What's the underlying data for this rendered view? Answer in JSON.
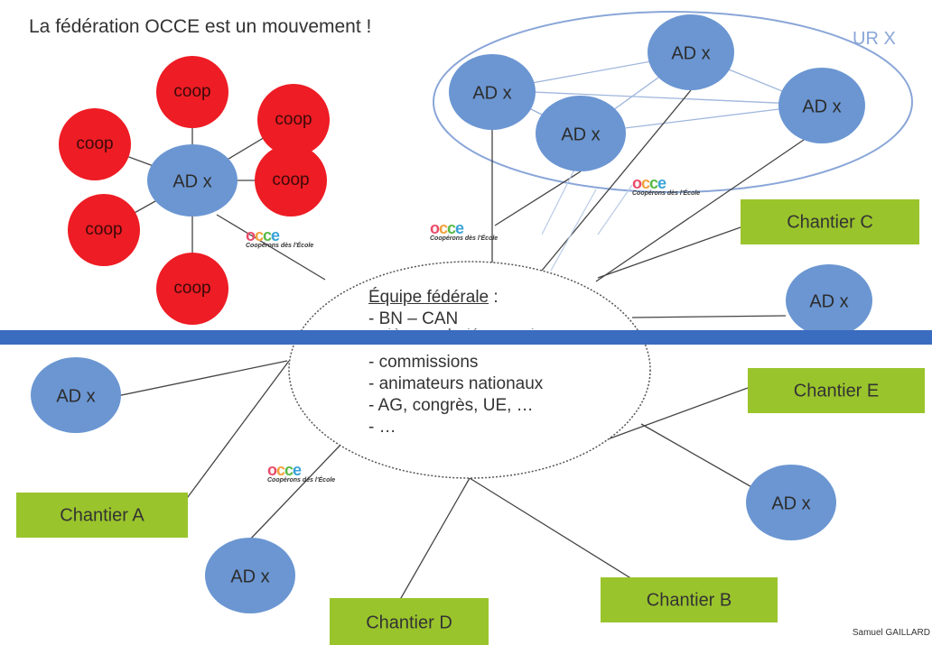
{
  "title": "La fédération OCCE est un mouvement !",
  "region_label": "UR X",
  "ad_label": "AD x",
  "coop_label": "coop",
  "chantiers": {
    "a": "Chantier A",
    "b": "Chantier B",
    "c": "Chantier C",
    "d": "Chantier D",
    "e": "Chantier E"
  },
  "equipe": {
    "heading": "Équipe fédérale",
    "colon": " :",
    "items": [
      "- BN – CAN",
      "- siège, salariés, services",
      "- commissions",
      "- animateurs nationaux",
      "- AG, congrès, UE, …",
      "- …"
    ]
  },
  "logo": {
    "word": [
      "o",
      "c",
      "c",
      "e"
    ],
    "tagline": "Coopérons dès l'École"
  },
  "author": "Samuel GAILLARD",
  "colors": {
    "ad_node": "#6b96d2",
    "coop_node": "#ee1c24",
    "chantier_box": "#9ac42c",
    "band": "#3a6cc0",
    "region_outline": "#8aa6d8"
  }
}
